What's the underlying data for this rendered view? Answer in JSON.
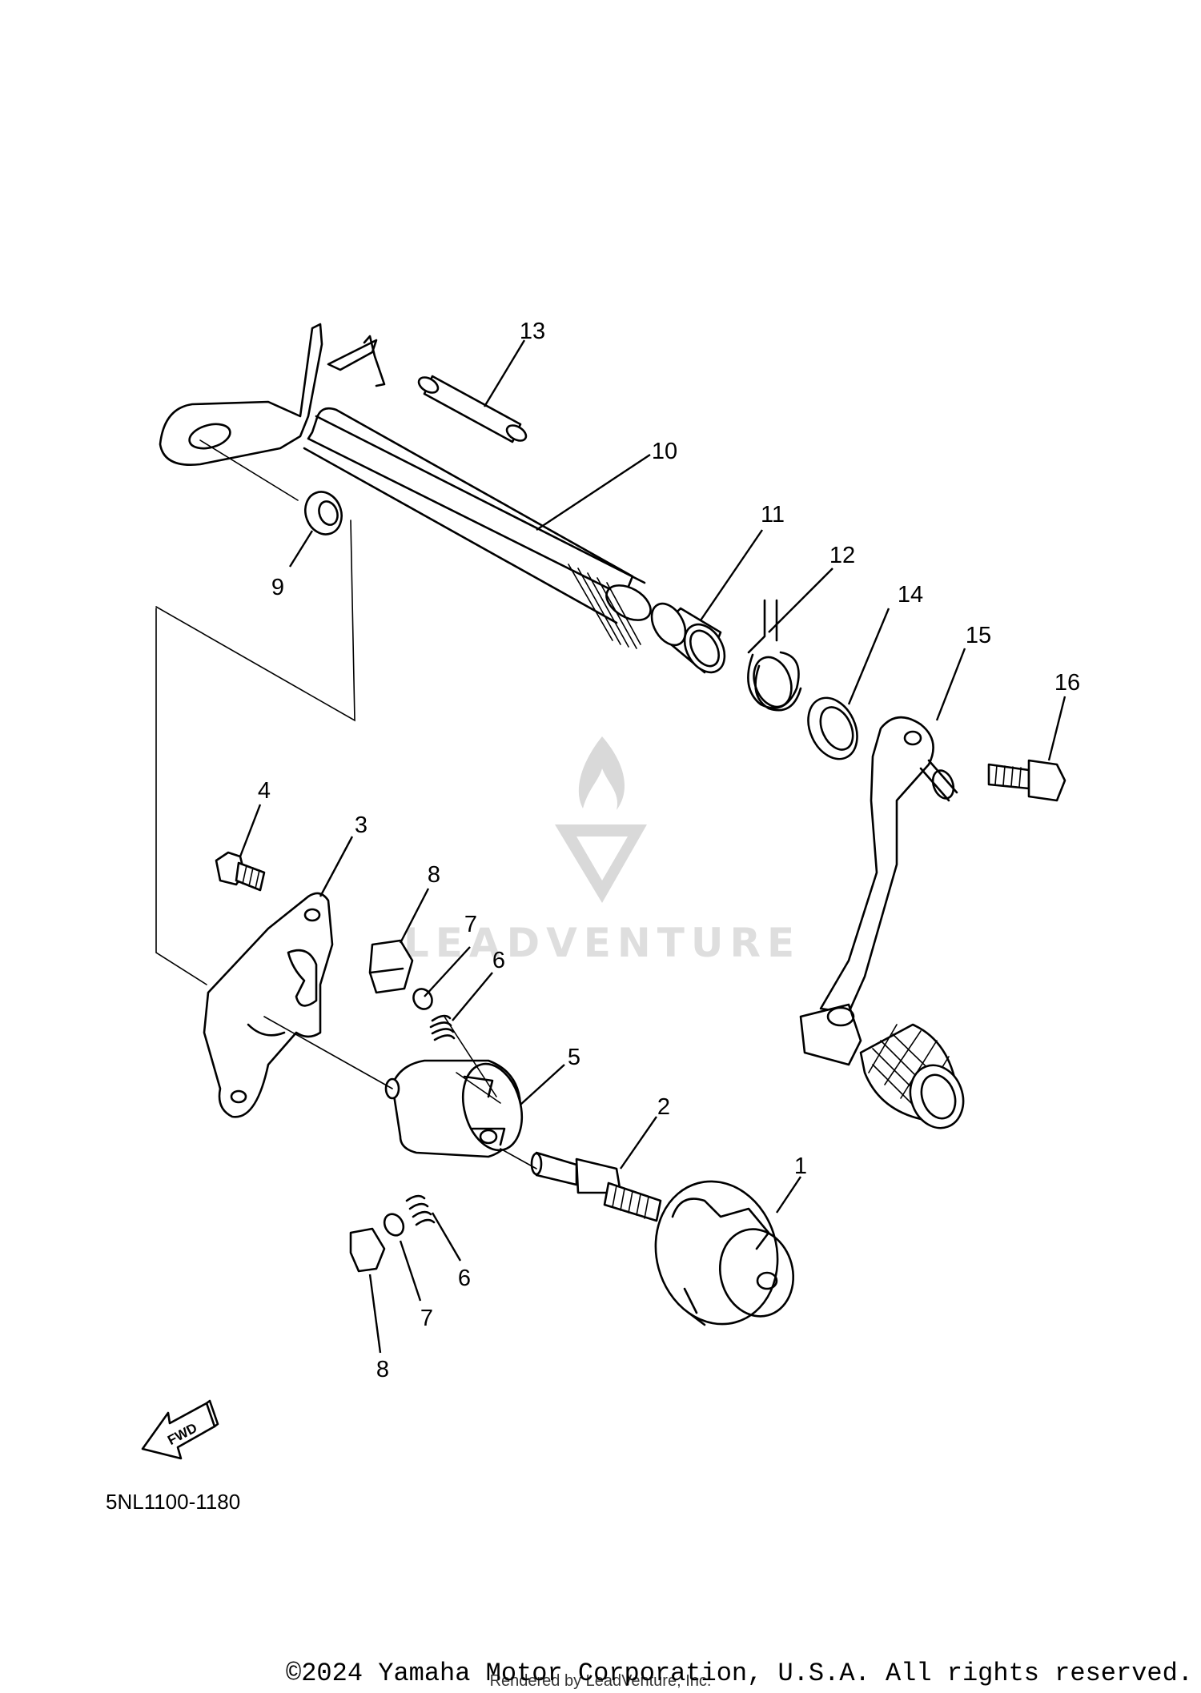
{
  "diagram": {
    "callouts": [
      "13",
      "10",
      "9",
      "11",
      "12",
      "14",
      "15",
      "16",
      "4",
      "3",
      "8",
      "7",
      "6",
      "5",
      "2",
      "1",
      "6",
      "7",
      "8"
    ],
    "part_code": "5NL1100-1180",
    "fwd_label": "FWD",
    "watermark_text": "LEADVENTURE",
    "copyright": "©2024 Yamaha Motor Corporation, U.S.A. All rights reserved.",
    "rendered_by": "Rendered by LeadVenture, Inc."
  }
}
